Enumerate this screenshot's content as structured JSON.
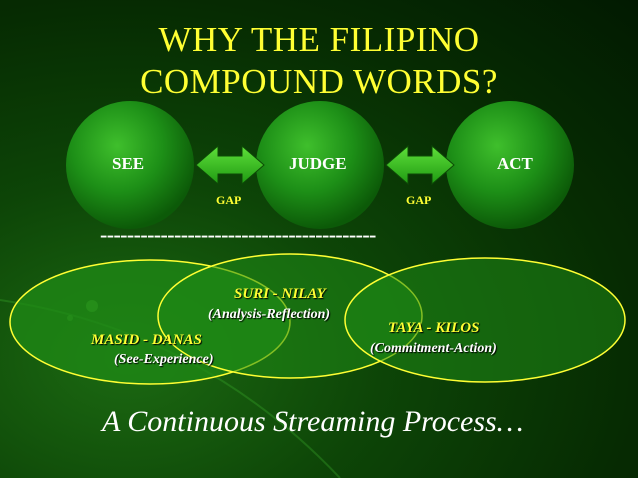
{
  "title": {
    "line1": "WHY THE FILIPINO",
    "line2": "COMPOUND WORDS?"
  },
  "stages": [
    {
      "label": "SEE"
    },
    {
      "label": "JUDGE"
    },
    {
      "label": "ACT"
    }
  ],
  "gaps": [
    "GAP",
    "GAP"
  ],
  "divider": "-----------------------------------------",
  "venn": {
    "suri": {
      "title": "SURI - NILAY",
      "sub": "(Analysis-Reflection)"
    },
    "masid": {
      "title": "MASID  - DANAS",
      "sub": "(See-Experience)"
    },
    "taya": {
      "title": "TAYA  - KILOS",
      "sub": "(Commitment-Action)"
    }
  },
  "tagline": "A Continuous Streaming Process…",
  "colors": {
    "title": "#ffff33",
    "circle": "#1e8a1a",
    "outline": "#ffff33",
    "arrow": "#2ab516"
  }
}
